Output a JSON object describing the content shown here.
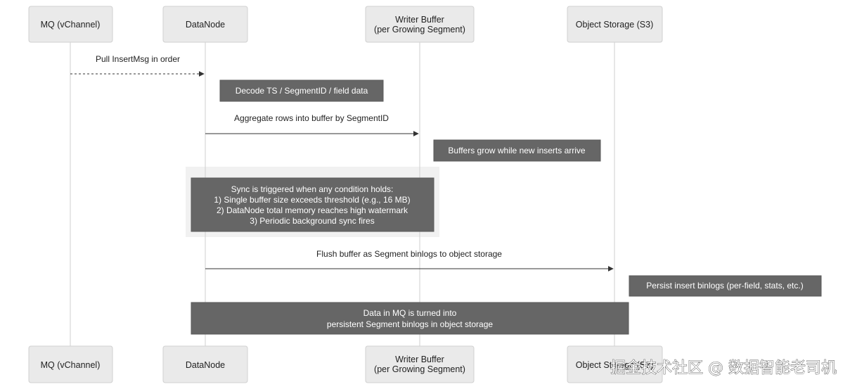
{
  "actors": [
    {
      "id": "mq",
      "label": [
        "MQ (vChannel)"
      ]
    },
    {
      "id": "dn",
      "label": [
        "DataNode"
      ]
    },
    {
      "id": "wb",
      "label": [
        "Writer Buffer",
        "(per Growing Segment)"
      ]
    },
    {
      "id": "os",
      "label": [
        "Object Storage (S3)"
      ]
    }
  ],
  "messages": [
    {
      "id": "pull",
      "from": "mq",
      "to": "dn",
      "dashed": true,
      "label": "Pull InsertMsg in order"
    },
    {
      "id": "aggregate",
      "from": "dn",
      "to": "wb",
      "dashed": false,
      "label": "Aggregate rows into buffer by SegmentID"
    },
    {
      "id": "flush",
      "from": "dn",
      "to": "os",
      "dashed": false,
      "label": "Flush buffer as Segment binlogs to object storage"
    }
  ],
  "notes": [
    {
      "id": "decode",
      "lines": [
        "Decode TS / SegmentID / field data"
      ]
    },
    {
      "id": "grow",
      "lines": [
        "Buffers grow while new inserts arrive"
      ]
    },
    {
      "id": "sync",
      "lines": [
        "Sync is triggered when any condition holds:",
        "1) Single buffer size exceeds threshold (e.g., 16 MB)",
        "2) DataNode total memory reaches high watermark",
        "3) Periodic background sync fires"
      ]
    },
    {
      "id": "persist",
      "lines": [
        "Persist insert binlogs (per-field, stats, etc.)"
      ]
    },
    {
      "id": "summary",
      "lines": [
        "Data in MQ is turned into",
        "persistent Segment binlogs in object storage"
      ]
    }
  ],
  "watermark": "掘金技术社区 @ 数据智能老司机",
  "colors": {
    "actor_fill": "#eaeaea",
    "note_fill": "#666666",
    "region_fill": "#efefef",
    "line": "#333333"
  }
}
